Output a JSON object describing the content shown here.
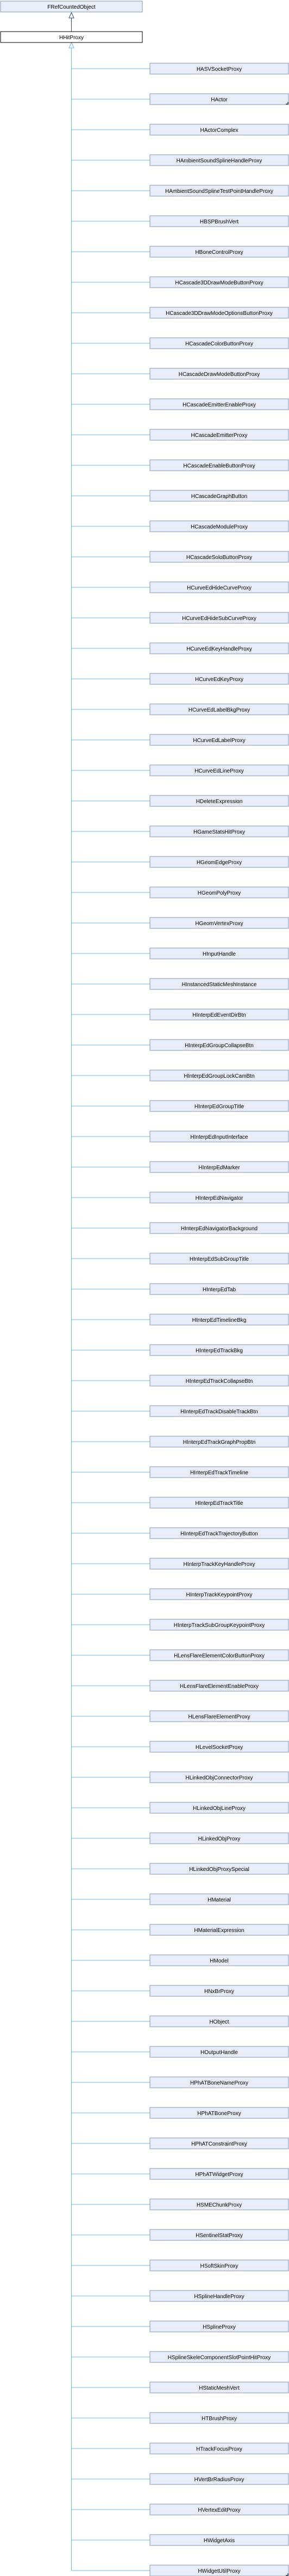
{
  "diagram": {
    "type": "class-inheritance-graph",
    "colors": {
      "node_fill": "#e8eef7",
      "node_stroke": "#8497bf",
      "selected_fill": "#ffffff",
      "selected_stroke": "#000000",
      "edge": "#63b8ff",
      "base_edge": "#1f4e8c",
      "text": "#000000"
    },
    "root": {
      "id": "frefcountedobject",
      "label": "FRefCountedObject"
    },
    "focus": {
      "id": "hhitproxy",
      "label": "HHitProxy"
    },
    "children": [
      "HASVSocketProxy",
      "HActor",
      "HActorComplex",
      "HAmbientSoundSplineHandleProxy",
      "HAmbientSoundSplineTestPointHandleProxy",
      "HBSPBrushVert",
      "HBoneControlProxy",
      "HCascade3DDrawModeButtonProxy",
      "HCascade3DDrawModeOptionsButtonProxy",
      "HCascadeColorButtonProxy",
      "HCascadeDrawModeButtonProxy",
      "HCascadeEmitterEnableProxy",
      "HCascadeEmitterProxy",
      "HCascadeEnableButtonProxy",
      "HCascadeGraphButton",
      "HCascadeModuleProxy",
      "HCascadeSoloButtonProxy",
      "HCurveEdHideCurveProxy",
      "HCurveEdHideSubCurveProxy",
      "HCurveEdKeyHandleProxy",
      "HCurveEdKeyProxy",
      "HCurveEdLabelBkgProxy",
      "HCurveEdLabelProxy",
      "HCurveEdLineProxy",
      "HDeleteExpression",
      "HGameStatsHitProxy",
      "HGeomEdgeProxy",
      "HGeomPolyProxy",
      "HGeomVertexProxy",
      "HInputHandle",
      "HInstancedStaticMeshInstance",
      "HInterpEdEventDirBtn",
      "HInterpEdGroupCollapseBtn",
      "HInterpEdGroupLockCamBtn",
      "HInterpEdGroupTitle",
      "HInterpEdInputInterface",
      "HInterpEdMarker",
      "HInterpEdNavigator",
      "HInterpEdNavigatorBackground",
      "HInterpEdSubGroupTitle",
      "HInterpEdTab",
      "HInterpEdTimelineBkg",
      "HInterpEdTrackBkg",
      "HInterpEdTrackCollapseBtn",
      "HInterpEdTrackDisableTrackBtn",
      "HInterpEdTrackGraphPropBtn",
      "HInterpEdTrackTimeline",
      "HInterpEdTrackTitle",
      "HInterpEdTrackTrajectoryButton",
      "HInterpTrackKeyHandleProxy",
      "HInterpTrackKeypointProxy",
      "HInterpTrackSubGroupKeypointProxy",
      "HLensFlareElementColorButtonProxy",
      "HLensFlareElementEnableProxy",
      "HLensFlareElementProxy",
      "HLevelSocketProxy",
      "HLinkedObjConnectorProxy",
      "HLinkedObjLineProxy",
      "HLinkedObjProxy",
      "HLinkedObjProxySpecial",
      "HMaterial",
      "HMaterialExpression",
      "HModel",
      "HNxBrProxy",
      "HObject",
      "HOutputHandle",
      "HPhATBoneNameProxy",
      "HPhATBoneProxy",
      "HPhATConstraintProxy",
      "HPhATWidgetProxy",
      "HSMEChunkProxy",
      "HSentinelStatProxy",
      "HSoftSkinProxy",
      "HSplineHandleProxy",
      "HSplineProxy",
      "HSplineSkeleComponentSlotPointHitProxy",
      "HStaticMeshVert",
      "HTBrushProxy",
      "HTrackFocusProxy",
      "HVertBrRadiusProxy",
      "HVertexEditProxy",
      "HWidgetAxis",
      "HWidgetUtilProxy"
    ],
    "more_marker_children": [
      "HActor",
      "HWidgetUtilProxy"
    ]
  }
}
